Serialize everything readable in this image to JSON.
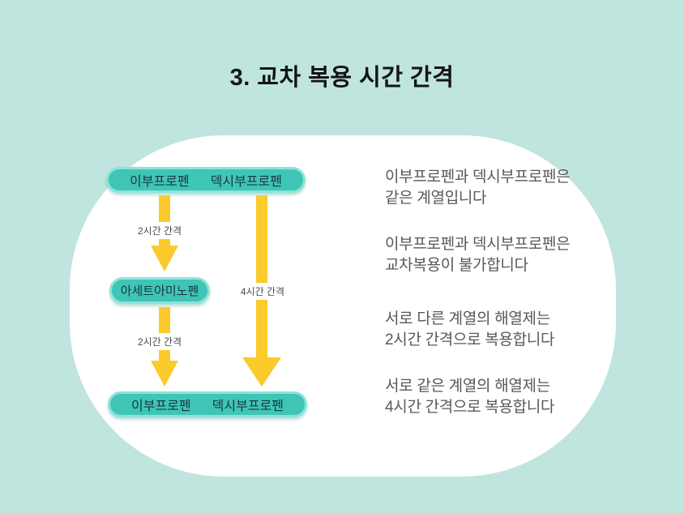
{
  "title": "3. 교차 복용 시간 간격",
  "colors": {
    "background": "#bfe5de",
    "blob": "#ffffff",
    "pill_fill": "#3fc5b6",
    "pill_border": "#8ce4d7",
    "pill_text": "#17393c",
    "arrow": "#fbca2b",
    "arrow_label_text": "#4a4a4a",
    "note_text": "#57585a",
    "title_text": "#141414"
  },
  "diagram": {
    "top_pill": {
      "items": [
        "이부프로펜",
        "덱시부프로펜"
      ]
    },
    "middle_pill": {
      "label": "아세트아미노펜"
    },
    "bottom_pill": {
      "items": [
        "이부프로펜",
        "덱시부프로펜"
      ]
    },
    "arrow_labels": {
      "left_upper": "2시간 간격",
      "left_lower": "2시간 간격",
      "right": "4시간 간격"
    }
  },
  "notes": [
    {
      "lines": [
        "이부프로펜과 덱시부프로펜은",
        "같은 계열입니다"
      ]
    },
    {
      "lines": [
        "이부프로펜과 덱시부프로펜은",
        "교차복용이 불가합니다"
      ]
    },
    {
      "lines": [
        "서로 다른 계열의 해열제는",
        "2시간 간격으로 복용합니다"
      ]
    },
    {
      "lines": [
        "서로 같은 계열의 해열제는",
        "4시간 간격으로 복용합니다"
      ]
    }
  ]
}
